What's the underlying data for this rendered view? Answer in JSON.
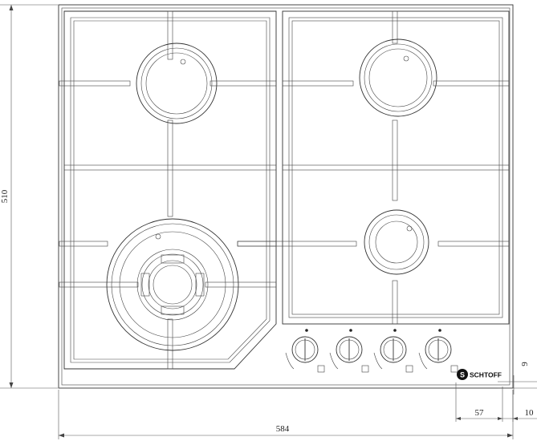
{
  "dimensions": {
    "total_width": "584",
    "total_depth": "510",
    "control_offset": "57",
    "edge_offset": "10",
    "vertical_gap": "9"
  },
  "brand": {
    "name": "SCHTOFF",
    "logo_letter": "S"
  }
}
